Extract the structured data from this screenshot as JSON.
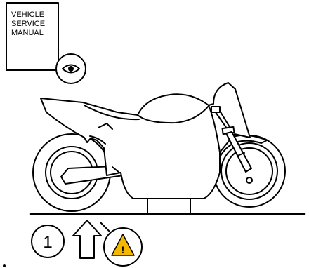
{
  "manual": {
    "line1": "VEHICLE",
    "line2": "SERVICE",
    "line3": "MANUAL",
    "icon": "eye-icon"
  },
  "step": {
    "number": "1",
    "arrow_icon": "up-arrow-icon",
    "warning_icon": "warning-triangle-icon",
    "warning_glyph": "!"
  },
  "colors": {
    "line": "#000000",
    "background": "#ffffff",
    "warning_fill": "#f5b800"
  }
}
